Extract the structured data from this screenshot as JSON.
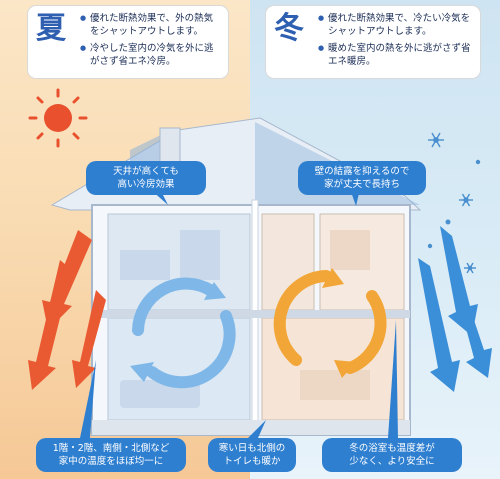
{
  "summer": {
    "season": "夏",
    "points": [
      "優れた断熱効果で、外の熱気をシャットアウトします。",
      "冷やした室内の冷気を外に逃がさず省エネ冷房。"
    ]
  },
  "winter": {
    "season": "冬",
    "points": [
      "優れた断熱効果で、冷たい冷気をシャットアウトします。",
      "暖めた室内の熱を外に逃がさず省エネ暖房。"
    ]
  },
  "callouts": {
    "top_left": "天井が高くても\n高い冷房効果",
    "top_right": "壁の結露を抑えるので\n家が丈夫で長持ち",
    "bottom_left": "1階・2階、南側・北側など\n家中の温度をほぼ均一に",
    "bottom_mid": "寒い日も北側の\nトイレも暖か",
    "bottom_right": "冬の浴室も温度差が\n少なく、より安全に"
  },
  "colors": {
    "accent_blue": "#2f7fd0",
    "heat_arrow": "#ea5a32",
    "cold_arrow": "#3b8fd8",
    "cool_cycle": "#7fb8e8",
    "warm_cycle": "#f2a637"
  },
  "icons": [
    "sun-icon",
    "snowflake-icon",
    "heat-arrow-icon",
    "cold-arrow-icon",
    "cool-air-cycle-icon",
    "warm-air-cycle-icon"
  ]
}
